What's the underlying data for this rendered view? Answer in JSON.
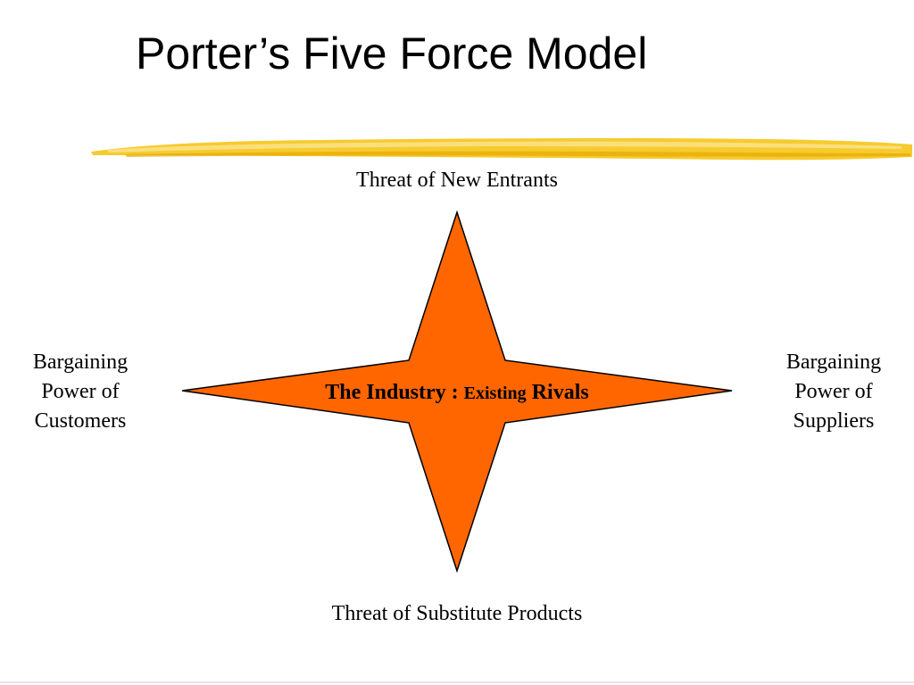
{
  "slide": {
    "title": "Porter’s Five Force Model"
  },
  "forces": {
    "top": "Threat of New Entrants",
    "bottom": "Threat of Substitute Products",
    "left": [
      "Bargaining",
      "Power of",
      "Customers"
    ],
    "right": [
      "Bargaining",
      "Power of",
      "Suppliers"
    ]
  },
  "center": {
    "part1": "The Industry : ",
    "part2": "Existing",
    "part3": " Rivals"
  },
  "colors": {
    "star_fill": "#FF6600",
    "star_outline": "#000000",
    "brush": "#F5C518",
    "brush_light": "#FBE38A"
  }
}
